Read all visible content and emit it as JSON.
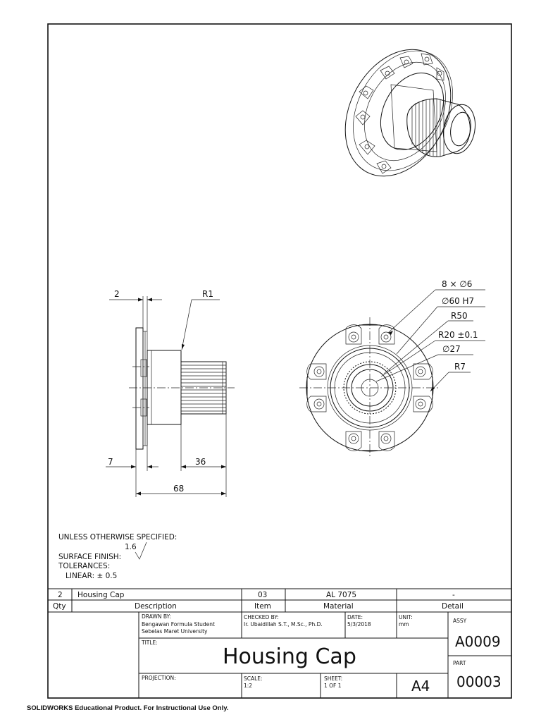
{
  "notes": {
    "line1": "UNLESS OTHERWISE SPECIFIED:",
    "finish_value": "1.6",
    "line2": "SURFACE FINISH:",
    "line3": "TOLERANCES:",
    "line4": "LINEAR: ± 0.5"
  },
  "side_view_dims": {
    "d2": "2",
    "r1": "R1",
    "d7": "7",
    "d36": "36",
    "d68": "68"
  },
  "front_view_dims": {
    "holes": "8 × ∅6",
    "bore": "∅60 H7",
    "r50": "R50",
    "r20": "R20 ±0.1",
    "d27": "∅27",
    "r7": "R7"
  },
  "bom": {
    "row": {
      "qty": "2",
      "description": "Housing Cap",
      "item": "03",
      "material": "AL 7075",
      "detail": "-"
    },
    "header": {
      "qty": "Qty",
      "description": "Description",
      "item": "Item",
      "material": "Material",
      "detail": "Detail"
    }
  },
  "title_block": {
    "drawn_by_label": "DRAWN BY:",
    "drawn_by_line1": "Bengawan Formula Student",
    "drawn_by_line2": "Sebelas Maret University",
    "checked_by_label": "CHECKED BY:",
    "checked_by_value": "Ir. Ubaidillah S.T., M.Sc., Ph.D.",
    "date_label": "DATE:",
    "date_value": "5/3/2018",
    "unit_label": "UNIT:",
    "unit_value": "mm",
    "assy_label": "ASSY",
    "assy_value": "A0009",
    "title_label": "TITLE:",
    "title_value": "Housing Cap",
    "part_label": "PART",
    "part_value": "00003",
    "projection_label": "PROJECTION:",
    "scale_label": "SCALE:",
    "scale_value": "1:2",
    "sheet_label": "SHEET:",
    "sheet_value": "1 OF 1",
    "size_value": "A4"
  },
  "footer": "SOLIDWORKS Educational Product. For Instructional Use Only."
}
